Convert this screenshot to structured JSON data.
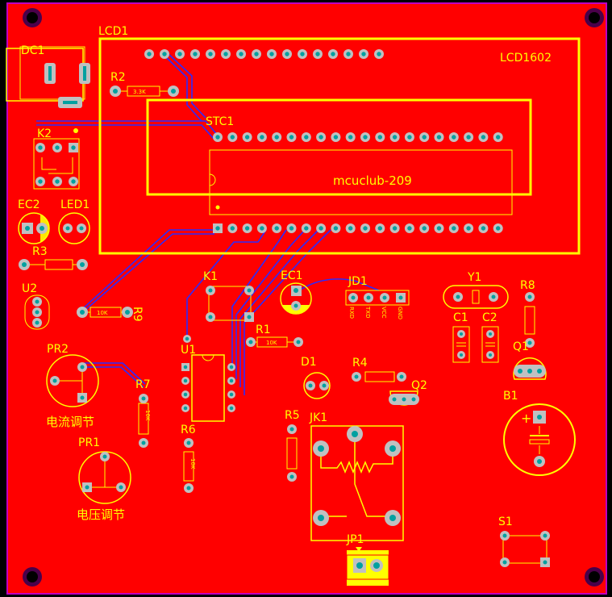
{
  "board": {
    "copper_color": "#ff0000",
    "silk_color": "#ffff00",
    "trace_color": "#2b2bff",
    "pad_color": "#c0c0c0",
    "drill_color": "#00a0a0",
    "edge_color": "#c000c0"
  },
  "labels": {
    "lcd1": "LCD1",
    "lcd1602": "LCD1602",
    "dc1": "DC1",
    "r2": "R2",
    "r2_val": "3.3K",
    "stc1": "STC1",
    "mcuclub": "mcuclub-209",
    "k2": "K2",
    "ec2": "EC2",
    "led1": "LED1",
    "r3": "R3",
    "u2": "U2",
    "r9": "R9",
    "r9_val": "10K",
    "k1": "K1",
    "ec1": "EC1",
    "jd1": "JD1",
    "rxd": "RXD",
    "txd": "TXD",
    "vcc": "VCC",
    "gnd": "GND",
    "y1": "Y1",
    "r8": "R8",
    "c1": "C1",
    "c2": "C2",
    "q1": "Q1",
    "pr2": "PR2",
    "r7": "R7",
    "r7_val": "10K",
    "u1": "U1",
    "r1": "R1",
    "r1_val": "10K",
    "d1": "D1",
    "r4": "R4",
    "q2": "Q2",
    "b1": "B1",
    "b1_plus": "+",
    "current_adj": "电流调节",
    "pr1": "PR1",
    "voltage_adj": "电压调节",
    "r6": "R6",
    "r6_val": "10K",
    "r5": "R5",
    "jk1": "JK1",
    "jp1": "JP1",
    "s1": "S1"
  }
}
